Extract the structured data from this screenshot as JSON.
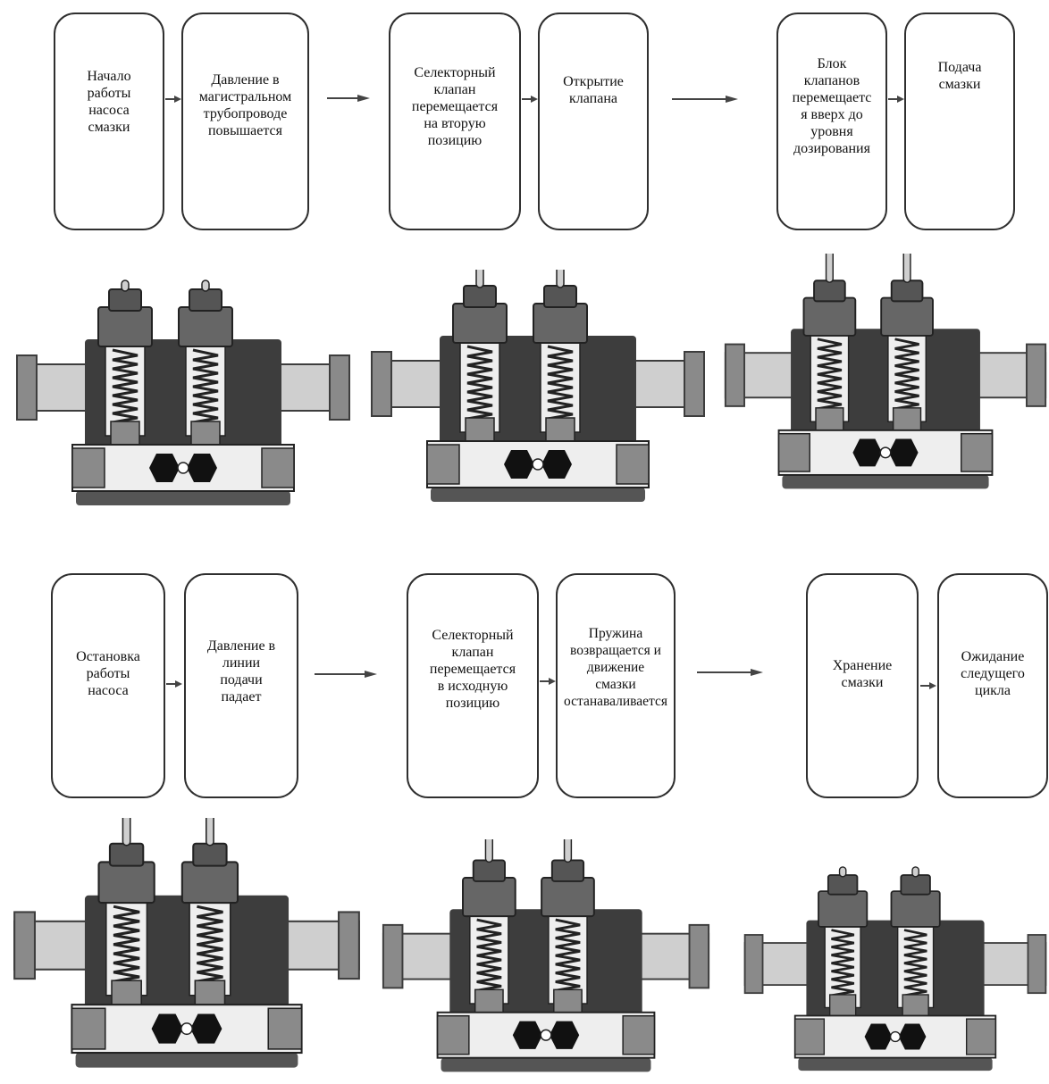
{
  "steps": {
    "s1": "Начало\nработы\nнасоса\nсмазки",
    "s2": "Давление в\nмагистральном\nтрубопроводе\nповышается",
    "s3": "Селекторный\nклапан\nперемещается\nна вторую\nпозицию",
    "s4": "Открытие\nклапана",
    "s5": "Блок\nклапанов\nперемещаетс\nя вверх до\nуровня\nдозирования",
    "s6": "Подача\nсмазки",
    "s7": "Остановка\nработы\nнасоса",
    "s8": "Давление в\nлинии\nподачи\nпадает",
    "s9": "Селекторный\nклапан\nперемещается\nв исходную\nпозицию",
    "s10": "Пружина\nвозвращается и\nдвижение\nсмазки\nостанаваливается",
    "s11": "Хранение\nсмазки",
    "s12": "Ожидание\nследущего\nцикла"
  },
  "valve_states": [
    {
      "stem": 0.0
    },
    {
      "stem": 0.35
    },
    {
      "stem": 0.8
    },
    {
      "stem": 1.0
    },
    {
      "stem": 0.35
    },
    {
      "stem": 0.0
    }
  ],
  "icons": [
    "arrow-right-icon",
    "lubricator-valve-cross-section-icon"
  ]
}
